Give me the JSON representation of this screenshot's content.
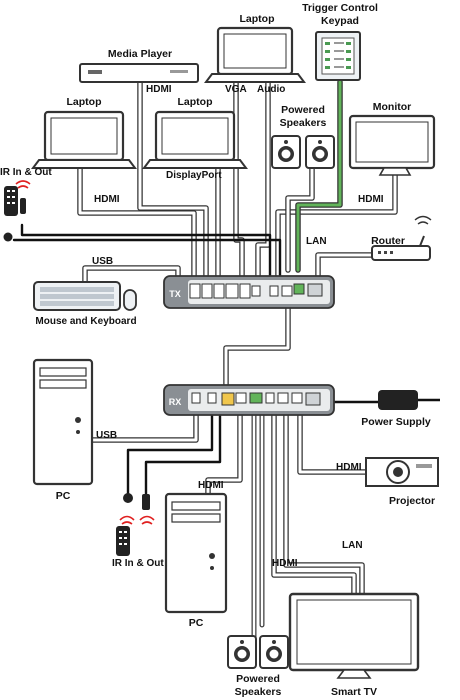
{
  "devices": {
    "laptop_top": "Laptop",
    "trigger_keypad_line1": "Trigger Control",
    "trigger_keypad_line2": "Keypad",
    "media_player": "Media Player",
    "laptop_left": "Laptop",
    "laptop_mid": "Laptop",
    "powered_speakers_top": "Powered\nSpeakers",
    "monitor": "Monitor",
    "ir_in_out_top": "IR In & Out",
    "router": "Router",
    "mouse_keyboard": "Mouse and Keyboard",
    "pc_left": "PC",
    "power_supply": "Power Supply",
    "projector": "Projector",
    "ir_in_out_bottom": "IR In & Out",
    "pc_bottom": "PC",
    "powered_speakers_bottom_line1": "Powered",
    "powered_speakers_bottom_line2": "Speakers",
    "smart_tv": "Smart TV",
    "tx_unit": "TX",
    "rx_unit": "RX"
  },
  "connections": {
    "hdmi_media": "HDMI",
    "vga": "VGA",
    "audio": "Audio",
    "hdmi_laptop": "HDMI",
    "displayport": "DisplayPort",
    "hdmi_monitor": "HDMI",
    "usb_top": "USB",
    "lan_top": "LAN",
    "usb_bottom": "USB",
    "hdmi_projector": "HDMI",
    "hdmi_pc": "HDMI",
    "hdmi_tv": "HDMI",
    "lan_bottom": "LAN"
  }
}
